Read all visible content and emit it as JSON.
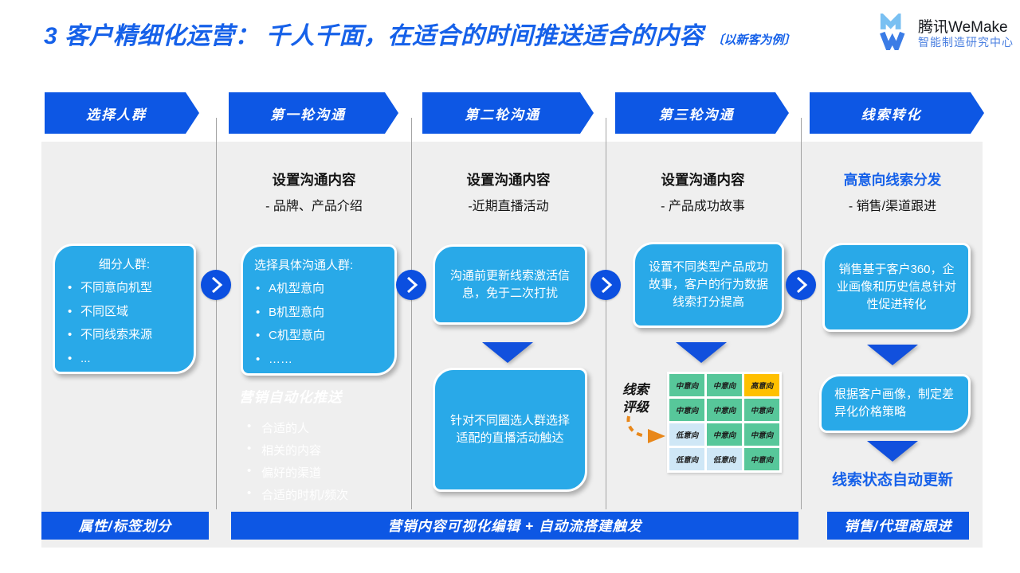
{
  "title": {
    "main": "3 客户精细化运营： 千人千面，在适合的时间推送适合的内容",
    "note": "〔以新客为例〕"
  },
  "logo": {
    "brand": "腾讯WeMake",
    "dept": "智能制造研究中心"
  },
  "stages": [
    "选择人群",
    "第一轮沟通",
    "第二轮沟通",
    "第三轮沟通",
    "线索转化"
  ],
  "col1": {
    "box_title": "细分人群:",
    "bullets": [
      "不同意向机型",
      "不同区域",
      "不同线索来源",
      "..."
    ]
  },
  "col2": {
    "heading": "设置沟通内容",
    "subheading": "- 品牌、产品介绍",
    "box_title": "选择具体沟通人群:",
    "bullets": [
      "A机型意向",
      "B机型意向",
      "C机型意向",
      "……"
    ],
    "watermark_title": "营销自动化推送",
    "watermark_bullets": [
      "合适的人",
      "相关的内容",
      "偏好的渠道",
      "合适的时机/频次"
    ]
  },
  "col3": {
    "heading": "设置沟通内容",
    "subheading": "-近期直播活动",
    "box1": "沟通前更新线索激活信息，免于二次打扰",
    "box2": "针对不同圈选人群选择适配的直播活动触达"
  },
  "col4": {
    "heading": "设置沟通内容",
    "subheading": "- 产品成功故事",
    "box1": "设置不同类型产品成功故事，客户的行为数据线索打分提高",
    "matrix_label_1": "线索",
    "matrix_label_2": "评级",
    "matrix_cells": [
      {
        "label": "中意向",
        "level": "mid"
      },
      {
        "label": "中意向",
        "level": "mid"
      },
      {
        "label": "高意向",
        "level": "high"
      },
      {
        "label": "中意向",
        "level": "mid"
      },
      {
        "label": "中意向",
        "level": "mid"
      },
      {
        "label": "中意向",
        "level": "mid"
      },
      {
        "label": "低意向",
        "level": "low"
      },
      {
        "label": "中意向",
        "level": "mid"
      },
      {
        "label": "中意向",
        "level": "mid"
      },
      {
        "label": "低意向",
        "level": "low"
      },
      {
        "label": "低意向",
        "level": "low"
      },
      {
        "label": "中意向",
        "level": "mid"
      }
    ]
  },
  "col5": {
    "heading": "高意向线索分发",
    "subheading": "- 销售/渠道跟进",
    "box1": "销售基于客户360，企业画像和历史信息针对性促进转化",
    "box2": "根据客户画像，制定差异化价格策略",
    "status": "线索状态自动更新"
  },
  "footers": [
    "属性/标签划分",
    "营销内容可视化编辑 + 自动流搭建触发",
    "销售/代理商跟进"
  ],
  "colors": {
    "primary_blue": "#0d57e4",
    "box_blue": "#29a9e8",
    "title_blue": "#1661e9",
    "matrix_green": "#57c79a",
    "matrix_light_blue": "#cfe7f6",
    "matrix_orange": "#ffc000"
  }
}
